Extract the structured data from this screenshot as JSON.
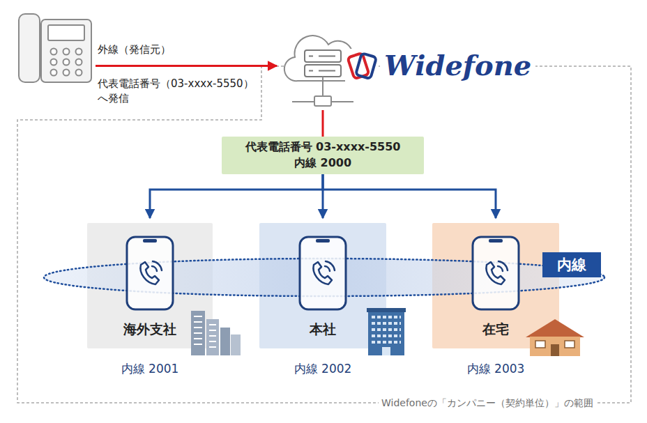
{
  "diagram": {
    "caption": "Widefoneの「カンパニー（契約単位）」の範囲",
    "nodes": [
      {
        "text": [
          "外線（発信元）",
          "代表電話番号（03-xxxx-5550）へ発信"
        ]
      },
      {
        "text": [
          "Widefone"
        ]
      },
      {
        "text": [
          "代表電話番号 03-xxxx-5550",
          "内線 2000"
        ]
      },
      {
        "text": [
          "海外支社",
          "内線 2001"
        ]
      },
      {
        "text": [
          "本社",
          "内線 2002"
        ]
      },
      {
        "text": [
          "在宅",
          "内線 2003"
        ]
      },
      {
        "text": [
          "内線"
        ]
      }
    ],
    "edges": [
      {
        "from": 0,
        "to": 1,
        "arrow": "to"
      },
      {
        "from": 1,
        "to": 2,
        "arrow": "none"
      },
      {
        "from": 2,
        "to": 3,
        "arrow": "to"
      },
      {
        "from": 2,
        "to": 4,
        "arrow": "to"
      },
      {
        "from": 2,
        "to": 5,
        "arrow": "to"
      }
    ]
  }
}
